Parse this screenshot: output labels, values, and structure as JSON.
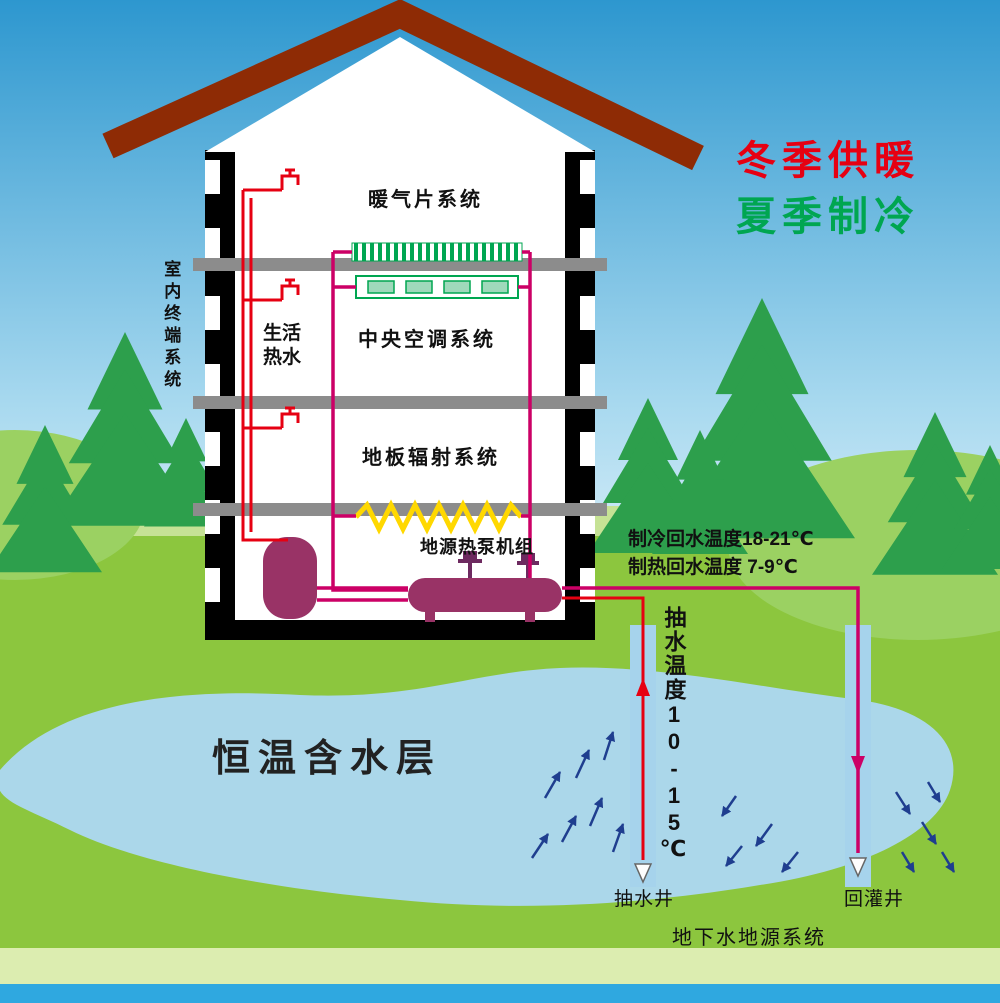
{
  "legend": {
    "winter": "冬季供暖",
    "summer": "夏季制冷"
  },
  "house": {
    "indoor_terminal": "室内终端系统",
    "radiator_system": "暖气片系统",
    "domestic_hot_water": "生活\n热水",
    "central_ac_system": "中央空调系统",
    "floor_radiant_system": "地板辐射系统",
    "heat_pump_unit": "地源热泵机组"
  },
  "annotations": {
    "cooling_return": "制冷回水温度18-21℃",
    "heating_return": "制热回水温度 7-9℃",
    "pumping_temperature": "抽水温度10-15℃"
  },
  "ground": {
    "aquifer": "恒温含水层",
    "pumping_well": "抽水井",
    "recharge_well": "回灌井",
    "groundwater_system": "地下水地源系统"
  },
  "colors": {
    "winter_text": "#e60012",
    "summer_text": "#00a651",
    "supply_pipe": "#e60012",
    "loop_pipe": "#cc0066",
    "equipment": "#993366",
    "floor_coil": "#ffd800",
    "ac_unit_green": "#00a651",
    "sky_top": "#2d97cf",
    "sky_bottom": "#cfeaf7",
    "grass": "#8cc63e",
    "tree": "#2d9f4c",
    "aquifer_water": "#abd7ea",
    "well_water": "#a6d3ec",
    "flow_arrow": "#1f3e8f",
    "roof": "#8e2b05"
  }
}
